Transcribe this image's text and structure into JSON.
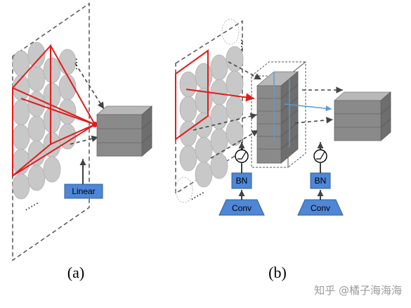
{
  "panels": {
    "a": {
      "label": "(a)"
    },
    "b": {
      "label": "(b)"
    }
  },
  "blocks": {
    "linear": "Linear",
    "bn_left": "BN",
    "conv_left": "Conv",
    "bn_right": "BN",
    "conv_right": "Conv"
  },
  "watermark": "知乎 @橘子海海海",
  "colors": {
    "block_fill": "#4f86d6",
    "block_stroke": "#2f5f9f",
    "red": "#e31b1b",
    "dashed_gray": "#555555",
    "circle_gray": "#c8c8c8",
    "cube_front": "#8a8a8a",
    "cube_top": "#b8b8b8",
    "cube_side": "#6e6e6e",
    "blue_arrow": "#5b9bd5"
  }
}
